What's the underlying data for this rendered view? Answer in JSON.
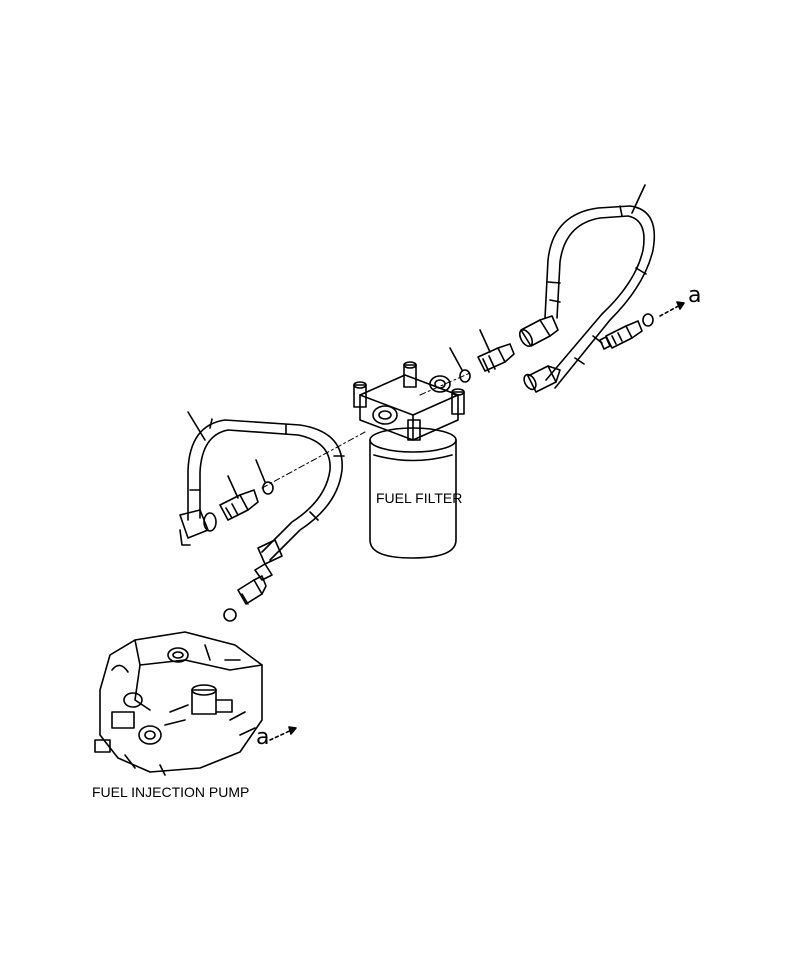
{
  "labels": {
    "fuel_filter": "FUEL FILTER",
    "fuel_injection_pump": "FUEL INJECTION PUMP"
  },
  "callouts": {
    "connector_a_top": "a",
    "connector_a_bottom": "a"
  },
  "colors": {
    "line": "#000000",
    "background": "#ffffff"
  }
}
